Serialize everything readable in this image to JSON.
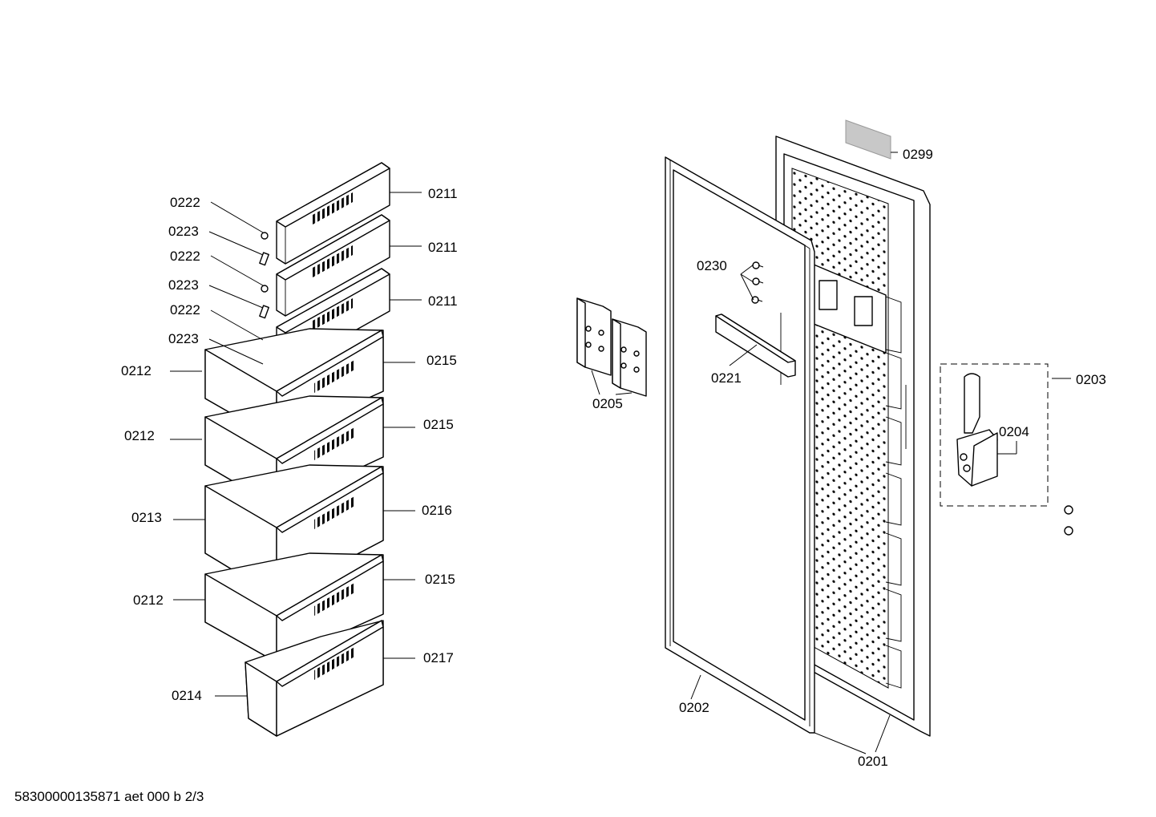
{
  "labels": {
    "l0222a": "0222",
    "l0223a": "0223",
    "l0222b": "0222",
    "l0223b": "0223",
    "l0222c": "0222",
    "l0223c": "0223",
    "l0211a": "0211",
    "l0211b": "0211",
    "l0211c": "0211",
    "l0212a": "0212",
    "l0212b": "0212",
    "l0212c": "0212",
    "l0213": "0213",
    "l0214": "0214",
    "l0215a": "0215",
    "l0215b": "0215",
    "l0215c": "0215",
    "l0216": "0216",
    "l0217": "0217",
    "l0299": "0299",
    "l0230": "0230",
    "l0221": "0221",
    "l0205": "0205",
    "l0203": "0203",
    "l0204": "0204",
    "l0202": "0202",
    "l0201": "0201"
  },
  "footer": "58300000135871 aet 000 b 2/3"
}
